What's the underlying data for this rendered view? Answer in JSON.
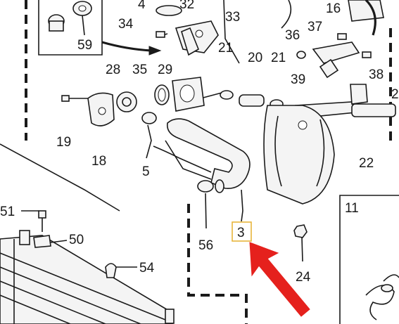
{
  "diagram": {
    "part_numbers": {
      "p4": "4",
      "p32": "32",
      "p33": "33",
      "p16": "16",
      "p34": "34",
      "p59": "59",
      "p36": "36",
      "p37": "37",
      "p21a": "21",
      "p21b": "21",
      "p20": "20",
      "p39": "39",
      "p38": "38",
      "p28": "28",
      "p35": "35",
      "p29": "29",
      "p2": "2",
      "p19": "19",
      "p18": "18",
      "p5": "5",
      "p22": "22",
      "p11": "11",
      "p51": "51",
      "p50": "50",
      "p3": "3",
      "p56": "56",
      "p54": "54",
      "p24": "24"
    },
    "highlighted_part": "3",
    "colors": {
      "highlight_box": "#e8b53c",
      "arrow": "#e5211d",
      "line": "#1a1a1a"
    }
  }
}
